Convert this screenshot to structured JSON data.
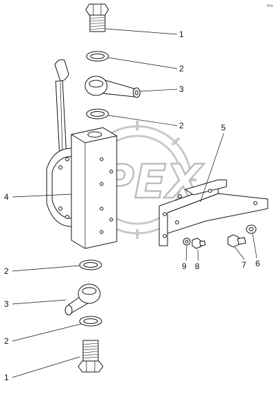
{
  "diagram": {
    "corner_mark": "Ргм",
    "callouts": [
      {
        "id": "c1-top",
        "label": "1"
      },
      {
        "id": "c2-top",
        "label": "2"
      },
      {
        "id": "c3-top",
        "label": "3"
      },
      {
        "id": "c2-mid",
        "label": "2"
      },
      {
        "id": "c5",
        "label": "5"
      },
      {
        "id": "c4",
        "label": "4"
      },
      {
        "id": "c2-low",
        "label": "2"
      },
      {
        "id": "c3-low",
        "label": "3"
      },
      {
        "id": "c2-bottom",
        "label": "2"
      },
      {
        "id": "c1-bottom",
        "label": "1"
      },
      {
        "id": "c9",
        "label": "9"
      },
      {
        "id": "c8",
        "label": "8"
      },
      {
        "id": "c7",
        "label": "7"
      },
      {
        "id": "c6",
        "label": "6"
      }
    ],
    "watermark": {
      "text": "OPEX"
    }
  }
}
